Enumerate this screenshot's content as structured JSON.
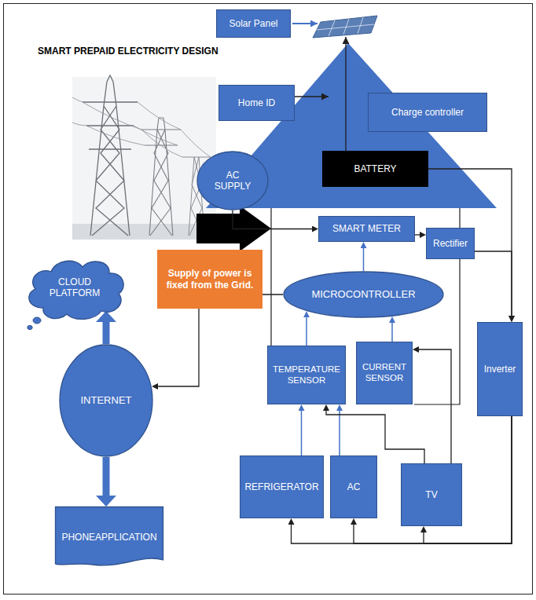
{
  "diagram": {
    "title": "SMART PREPAID ELECTRICITY DESIGN",
    "nodes": [
      {
        "text": [
          "Solar Panel"
        ]
      },
      {
        "text": [
          "Home ID"
        ]
      },
      {
        "text": [
          "Charge controller"
        ]
      },
      {
        "text": [
          "BATTERY"
        ]
      },
      {
        "text": [
          "AC SUPPLY"
        ]
      },
      {
        "text": [
          "SMART METER"
        ]
      },
      {
        "text": [
          "Rectifier"
        ]
      },
      {
        "text": [
          "CLOUD PLATFORM"
        ]
      },
      {
        "text": [
          "Supply of power is fixed from the Grid."
        ]
      },
      {
        "text": [
          "MICROCONTROLLER"
        ]
      },
      {
        "text": [
          "TEMPERATURE SENSOR"
        ]
      },
      {
        "text": [
          "CURRENT SENSOR"
        ]
      },
      {
        "text": [
          "INTERNET"
        ]
      },
      {
        "text": [
          "Inverter"
        ]
      },
      {
        "text": [
          "REFRIGERATOR"
        ]
      },
      {
        "text": [
          "AC"
        ]
      },
      {
        "text": [
          "TV"
        ]
      },
      {
        "text": [
          "PHONEAPPLICATION"
        ]
      }
    ],
    "edges": [
      {
        "from": 4,
        "to": 5,
        "arrow": "to"
      },
      {
        "from": 9,
        "to": 5,
        "arrow": "to"
      },
      {
        "from": 5,
        "to": 6,
        "arrow": "to"
      },
      {
        "from": 3,
        "to": 13,
        "arrow": "to"
      },
      {
        "from": 6,
        "to": 13,
        "arrow": "to"
      },
      {
        "from": 13,
        "to": 14,
        "arrow": "to"
      },
      {
        "from": 13,
        "to": 15,
        "arrow": "to"
      },
      {
        "from": 13,
        "to": 16,
        "arrow": "to"
      },
      {
        "from": 14,
        "to": 10,
        "arrow": "to"
      },
      {
        "from": 15,
        "to": 10,
        "arrow": "to"
      },
      {
        "from": 16,
        "to": 10,
        "arrow": "to"
      },
      {
        "from": 16,
        "to": 11,
        "arrow": "to"
      },
      {
        "from": 10,
        "to": 9,
        "arrow": "to"
      },
      {
        "from": 11,
        "to": 9,
        "arrow": "to"
      },
      {
        "from": 9,
        "to": 12,
        "arrow": "to"
      },
      {
        "from": 12,
        "to": 7,
        "arrow": "to"
      },
      {
        "from": 12,
        "to": 17,
        "arrow": "to"
      }
    ]
  }
}
